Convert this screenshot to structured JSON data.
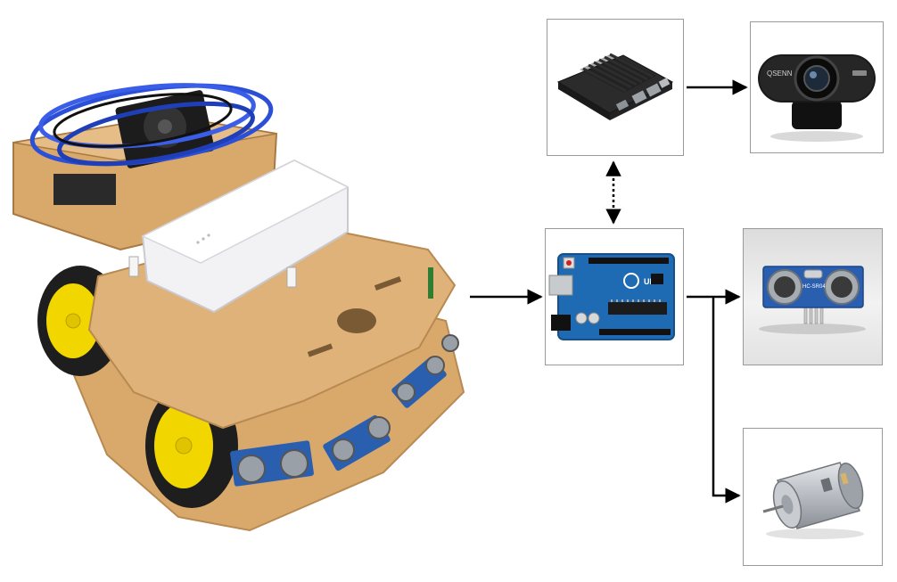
{
  "diagram": {
    "nodes": [
      {
        "id": "robot-car",
        "icon": "robot-car-illustration"
      },
      {
        "id": "jetson",
        "icon": "jetson-nano-board-illustration"
      },
      {
        "id": "webcam",
        "icon": "webcam-illustration",
        "logo_text": "QSENN"
      },
      {
        "id": "arduino",
        "icon": "arduino-uno-board-illustration",
        "logo_text": "UNO"
      },
      {
        "id": "ultrasonic",
        "icon": "ultrasonic-sensor-illustration",
        "logo_text": "HC-SR04"
      },
      {
        "id": "dc-motor",
        "icon": "dc-motor-illustration"
      }
    ],
    "edges": [
      {
        "from": "robot-car",
        "to": "arduino",
        "style": "solid",
        "direction": "forward"
      },
      {
        "from": "jetson",
        "to": "arduino",
        "style": "dotted",
        "direction": "both"
      },
      {
        "from": "jetson",
        "to": "webcam",
        "style": "solid",
        "direction": "forward"
      },
      {
        "from": "arduino",
        "to": "ultrasonic",
        "style": "solid",
        "direction": "forward"
      },
      {
        "from": "arduino",
        "to": "dc-motor",
        "style": "solid",
        "direction": "forward"
      }
    ],
    "colors": {
      "wood": "#d9a86b",
      "wheel": "#f2d600",
      "tire": "#1e1e1e",
      "arduino": "#1f6bb3",
      "sensor": "#2a5fb0",
      "heatsink": "#1a1a1a",
      "motor": "#b8bcc2",
      "arrow": "#000000"
    }
  }
}
